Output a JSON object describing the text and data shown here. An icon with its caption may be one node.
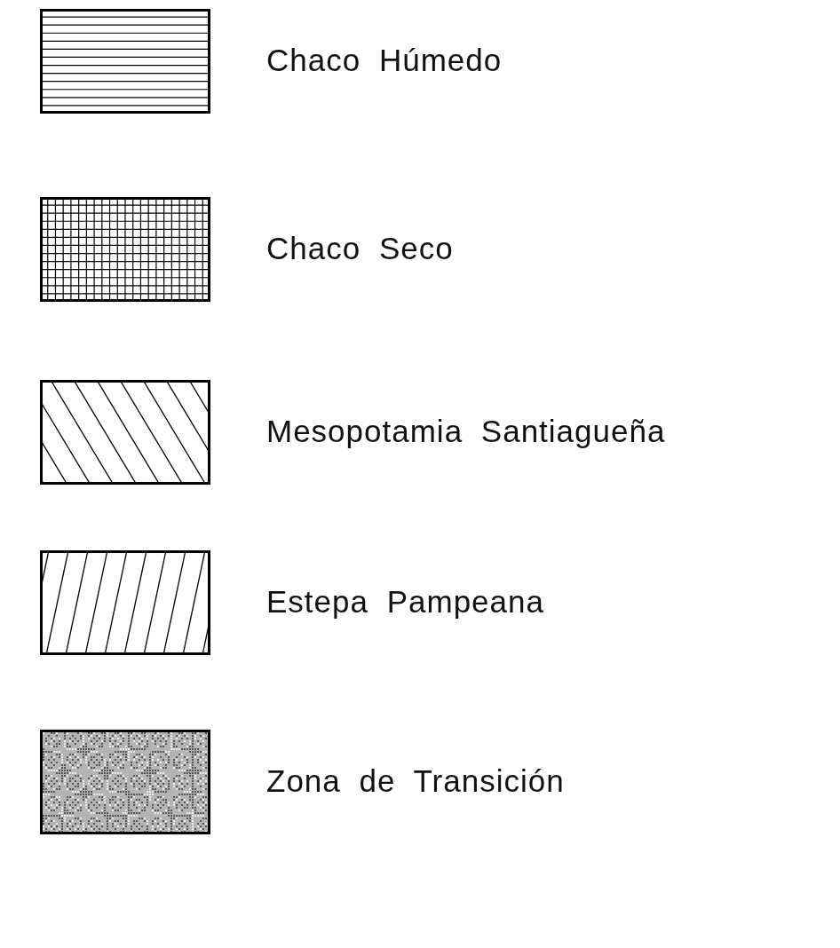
{
  "diagram": {
    "legend": [
      {
        "text": "Chaco Húmedo"
      },
      {
        "text": "Chaco Seco"
      },
      {
        "text": "Mesopotamia Santiagueña"
      },
      {
        "text": "Estepa Pampeana"
      },
      {
        "text": "Zona de Transición"
      }
    ]
  }
}
